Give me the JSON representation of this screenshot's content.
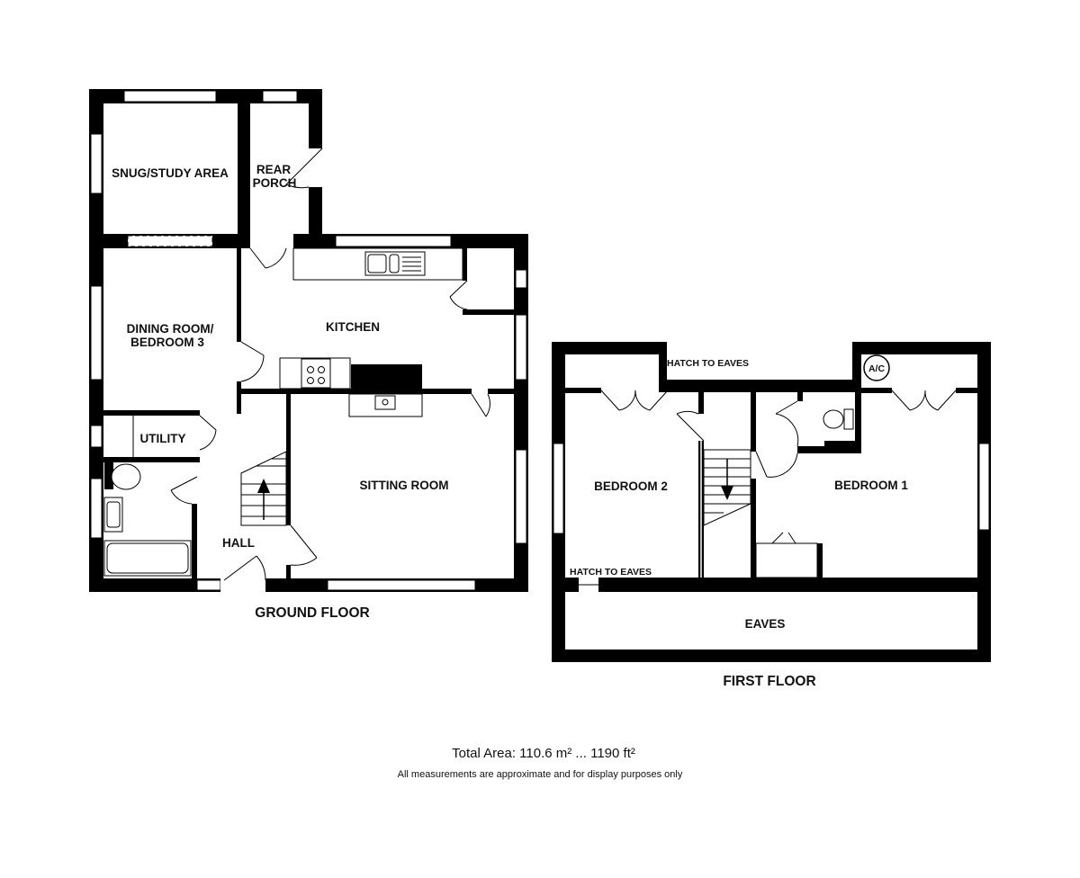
{
  "ground_floor": {
    "label": "GROUND FLOOR",
    "rooms": {
      "snug": "SNUG/STUDY AREA",
      "rear_porch_1": "REAR",
      "rear_porch_2": "PORCH",
      "kitchen": "KITCHEN",
      "dining_1": "DINING ROOM/",
      "dining_2": "BEDROOM 3",
      "utility": "UTILITY",
      "sitting": "SITTING ROOM",
      "hall": "HALL"
    }
  },
  "first_floor": {
    "label": "FIRST FLOOR",
    "rooms": {
      "bedroom2": "BEDROOM 2",
      "bedroom1": "BEDROOM 1",
      "eaves": "EAVES",
      "hatch_top": "HATCH TO EAVES",
      "hatch_bottom": "HATCH TO EAVES",
      "ac": "A/C"
    }
  },
  "footer": {
    "total_area": "Total Area: 110.6 m² ... 1190 ft²",
    "disclaimer": "All measurements are approximate and for display purposes only"
  }
}
